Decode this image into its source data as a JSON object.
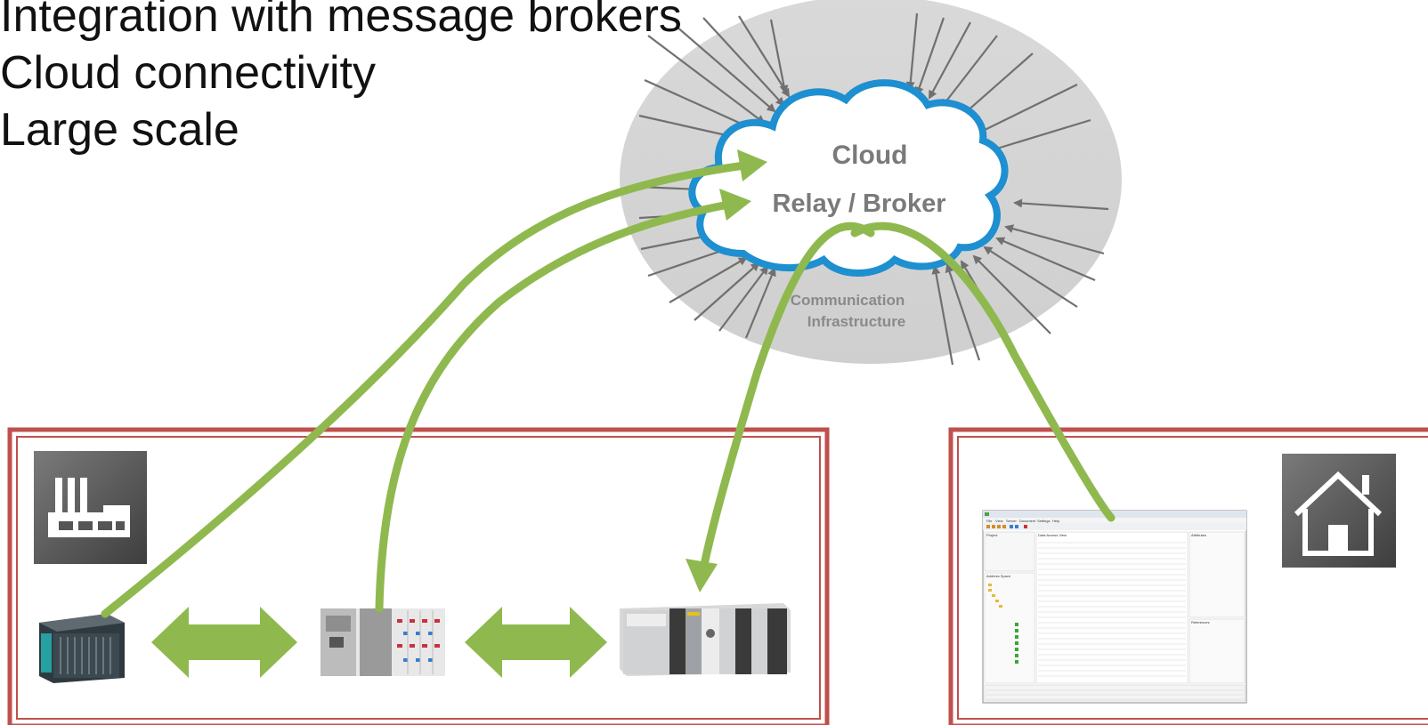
{
  "bullets": [
    "Integration with message brokers",
    "Cloud connectivity",
    "Large scale"
  ],
  "cloud": {
    "title": "Cloud",
    "subtitle": "Relay / Broker",
    "infrastructure_line1": "Communication",
    "infrastructure_line2": "Infrastructure"
  },
  "icons": {
    "left_panel": "factory-icon",
    "right_panel": "house-icon"
  },
  "colors": {
    "arrow_green": "#8fb94e",
    "frame_red": "#c0504d",
    "cloud_blue": "#1e8fd0",
    "ellipse_gray": "#dcdcdc",
    "tile_gray": "#5a5a5a"
  },
  "client_window": {
    "menu_items": [
      "File",
      "View",
      "Server",
      "Document",
      "Settings",
      "Help"
    ],
    "panels": [
      "Project",
      "Data Access View",
      "Attributes",
      "Address Space",
      "References"
    ]
  }
}
